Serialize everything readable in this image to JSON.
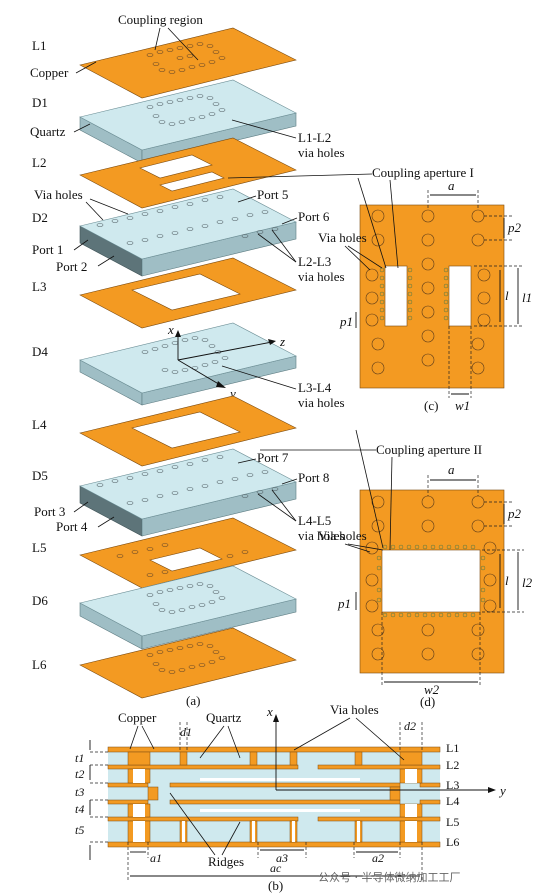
{
  "figure": {
    "panel_a_label": "(a)",
    "panel_b_label": "(b)",
    "panel_c_label": "(c)",
    "panel_d_label": "(d)",
    "layers": [
      "L1",
      "D1",
      "L2",
      "D2",
      "L3",
      "D4",
      "L4",
      "D5",
      "L5",
      "D6",
      "L6"
    ],
    "annotations_a": {
      "coupling_region": "Coupling region",
      "copper": "Copper",
      "quartz": "Quartz",
      "via_holes": "Via holes",
      "l1_l2_via": [
        "L1-L2",
        "via holes"
      ],
      "l2_l3_via": [
        "L2-L3",
        "via holes"
      ],
      "l3_l4_via": [
        "L3-L4",
        "via holes"
      ],
      "l4_l5_via": [
        "L4-L5",
        "via holes"
      ],
      "ports": [
        "Port 1",
        "Port 2",
        "Port 3",
        "Port 4",
        "Port 5",
        "Port 6",
        "Port 7",
        "Port 8"
      ],
      "axis_x": "x",
      "axis_y": "y",
      "axis_z": "z"
    },
    "panel_c": {
      "title": "Coupling aperture I",
      "via_holes": "Via holes",
      "dims": [
        "a",
        "p2",
        "l",
        "l1",
        "p1",
        "w1"
      ]
    },
    "panel_d": {
      "title": "Coupling aperture II",
      "via_holes": "Via holes",
      "dims": [
        "a",
        "p2",
        "l",
        "l2",
        "p1",
        "w2"
      ]
    },
    "panel_b": {
      "copper": "Copper",
      "quartz": "Quartz",
      "via_holes": "Via holes",
      "ridges": "Ridges",
      "axis_x": "x",
      "axis_y": "y",
      "layers": [
        "L1",
        "L2",
        "L3",
        "L4",
        "L5",
        "L6"
      ],
      "thickness": [
        "t1",
        "t2",
        "t3",
        "t4",
        "t5"
      ],
      "dims": [
        "d1",
        "d2",
        "a1",
        "a2",
        "a3",
        "ac"
      ]
    },
    "watermark": "公众号 · 半导体微纳加工工厂"
  }
}
